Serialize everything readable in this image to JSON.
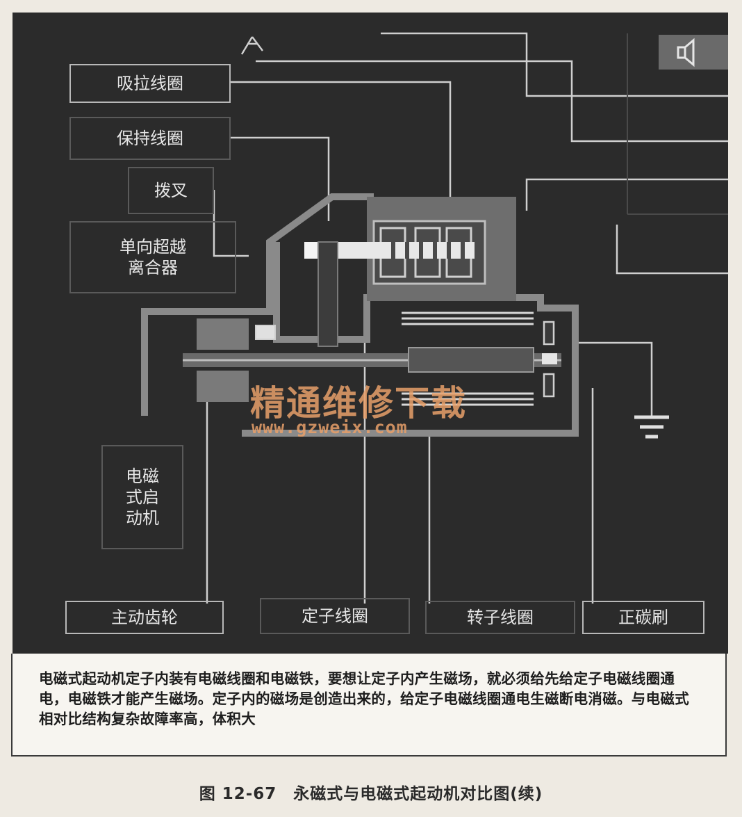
{
  "labels": {
    "pull_in_coil": "吸拉线圈",
    "hold_coil": "保持线圈",
    "shift_fork": "拨叉",
    "overrunning_clutch": "单向超越离合器",
    "motor_type": "电磁式启动机",
    "drive_gear": "主动齿轮",
    "stator_coil": "定子线圈",
    "rotor_coil": "转子线圈",
    "positive_brush": "正碳刷"
  },
  "caption": "电磁式起动机定子内装有电磁线圈和电磁铁，要想让定子内产生磁场，就必须给先给定子电磁线圈通电，电磁铁才能产生磁场。定子内的磁场是创造出来的，给定子电磁线圈通电生磁断电消磁。与电磁式相对比结构复杂故障率高，体积大",
  "figure_title": "图 12-67　永磁式与电磁式起动机对比图(续)",
  "watermark": {
    "text": "精通维修下载",
    "url": "www.gzweix.com"
  },
  "colors": {
    "background": "#2b2b2b",
    "line": "#c8c8c8",
    "label_border": "#b8b8b8",
    "watermark": "#e8a06a"
  }
}
